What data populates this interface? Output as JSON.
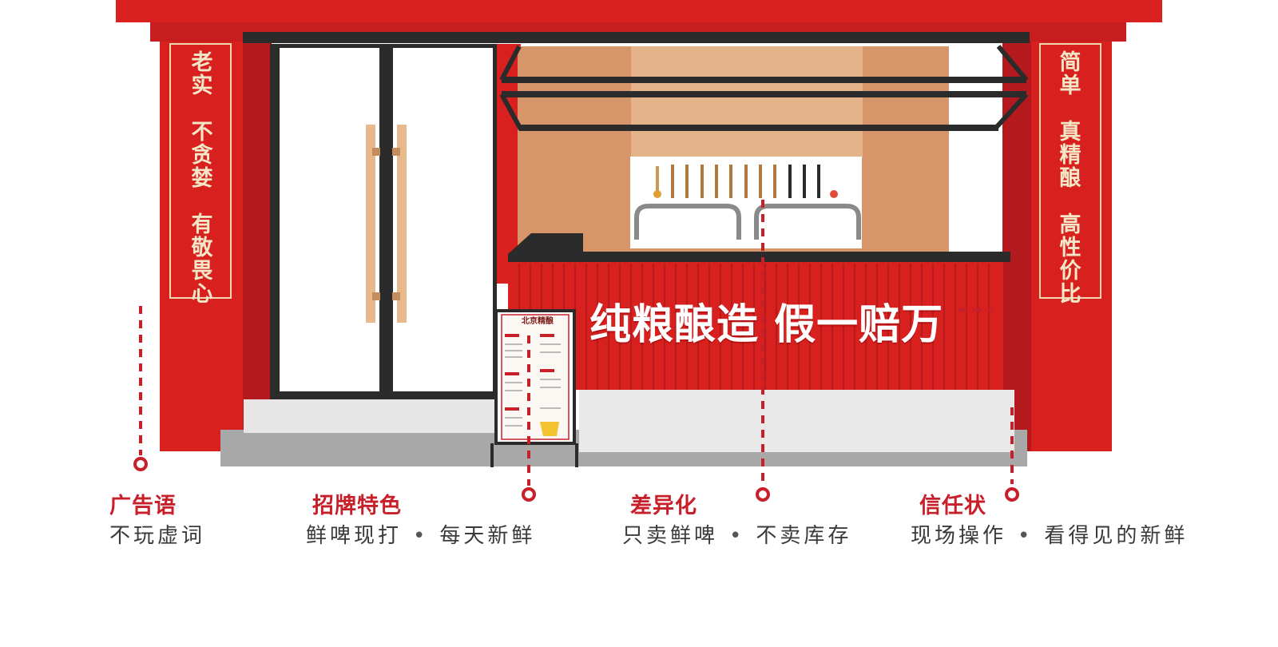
{
  "storefront": {
    "left_banner": "老\n实\n \n不\n贪\n婪\n \n有\n敬\n畏\n心",
    "right_banner": "简\n单\n \n真\n精\n酿\n \n高\n性\n价\n比",
    "counter_slogan": "纯粮酿造 假一赔万",
    "menu_board_title": "北京精酿",
    "colors": {
      "brand_red": "#d8201f",
      "dark_red": "#b41a1d",
      "caption_red": "#c8202a",
      "banner_text": "#f3e7c8",
      "frame": "#2b2b2b",
      "wood": "#e8b98a"
    }
  },
  "annotations": [
    {
      "title": "广告语",
      "items": [
        "不玩虚词"
      ]
    },
    {
      "title": "招牌特色",
      "items": [
        "鲜啤现打",
        "每天新鲜"
      ]
    },
    {
      "title": "差异化",
      "items": [
        "只卖鲜啤",
        "不卖库存"
      ]
    },
    {
      "title": "信任状",
      "items": [
        "现场操作",
        "看得见的新鲜"
      ]
    }
  ],
  "separator": "•"
}
